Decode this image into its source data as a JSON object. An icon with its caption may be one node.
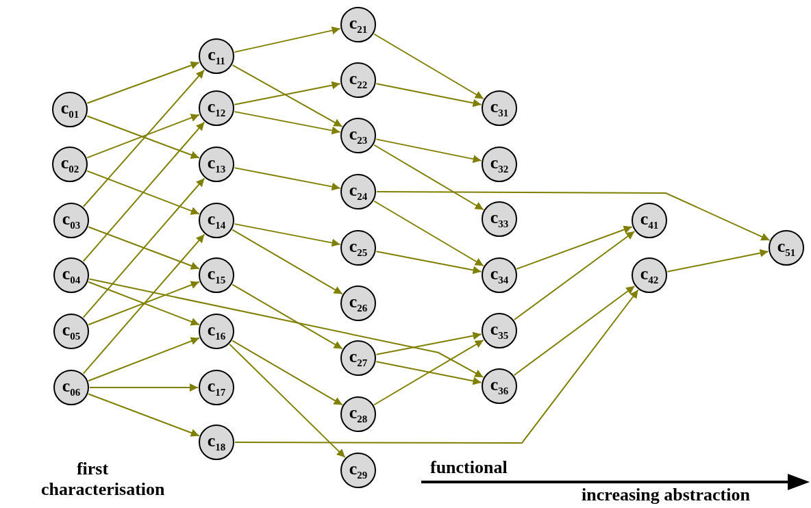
{
  "diagram": {
    "nodes": [
      {
        "text": [
          "c$_{01}$"
        ]
      },
      {
        "text": [
          "c$_{02}$"
        ]
      },
      {
        "text": [
          "c$_{03}$"
        ]
      },
      {
        "text": [
          "c$_{04}$"
        ]
      },
      {
        "text": [
          "c$_{05}$"
        ]
      },
      {
        "text": [
          "c$_{06}$"
        ]
      },
      {
        "text": [
          "c$_{11}$"
        ]
      },
      {
        "text": [
          "c$_{12}$"
        ]
      },
      {
        "text": [
          "c$_{13}$"
        ]
      },
      {
        "text": [
          "c$_{14}$"
        ]
      },
      {
        "text": [
          "c$_{15}$"
        ]
      },
      {
        "text": [
          "c$_{16}$"
        ]
      },
      {
        "text": [
          "c$_{17}$"
        ]
      },
      {
        "text": [
          "c$_{18}$"
        ]
      },
      {
        "text": [
          "c$_{21}$"
        ]
      },
      {
        "text": [
          "c$_{22}$"
        ]
      },
      {
        "text": [
          "c$_{23}$"
        ]
      },
      {
        "text": [
          "c$_{24}$"
        ]
      },
      {
        "text": [
          "c$_{25}$"
        ]
      },
      {
        "text": [
          "c$_{26}$"
        ]
      },
      {
        "text": [
          "c$_{27}$"
        ]
      },
      {
        "text": [
          "c$_{28}$"
        ]
      },
      {
        "text": [
          "c$_{29}$"
        ]
      },
      {
        "text": [
          "c$_{31}$"
        ]
      },
      {
        "text": [
          "c$_{32}$"
        ]
      },
      {
        "text": [
          "c$_{33}$"
        ]
      },
      {
        "text": [
          "c$_{34}$"
        ]
      },
      {
        "text": [
          "c$_{35}$"
        ]
      },
      {
        "text": [
          "c$_{36}$"
        ]
      },
      {
        "text": [
          "c$_{41}$"
        ]
      },
      {
        "text": [
          "c$_{42}$"
        ]
      },
      {
        "text": [
          "c$_{51}$"
        ]
      }
    ],
    "edges": [
      {
        "from": 0,
        "to": 6,
        "arrow": "to"
      },
      {
        "from": 0,
        "to": 8,
        "arrow": "to"
      },
      {
        "from": 1,
        "to": 7,
        "arrow": "to"
      },
      {
        "from": 1,
        "to": 9,
        "arrow": "to"
      },
      {
        "from": 2,
        "to": 6,
        "arrow": "to"
      },
      {
        "from": 2,
        "to": 10,
        "arrow": "to"
      },
      {
        "from": 3,
        "to": 7,
        "arrow": "to"
      },
      {
        "from": 3,
        "to": 11,
        "arrow": "to"
      },
      {
        "from": 3,
        "to": 28,
        "arrow": "to"
      },
      {
        "from": 4,
        "to": 8,
        "arrow": "to"
      },
      {
        "from": 4,
        "to": 10,
        "arrow": "to"
      },
      {
        "from": 5,
        "to": 9,
        "arrow": "to"
      },
      {
        "from": 5,
        "to": 11,
        "arrow": "to"
      },
      {
        "from": 5,
        "to": 12,
        "arrow": "to"
      },
      {
        "from": 5,
        "to": 13,
        "arrow": "to"
      },
      {
        "from": 6,
        "to": 14,
        "arrow": "to"
      },
      {
        "from": 6,
        "to": 16,
        "arrow": "to"
      },
      {
        "from": 7,
        "to": 15,
        "arrow": "to"
      },
      {
        "from": 7,
        "to": 16,
        "arrow": "to"
      },
      {
        "from": 8,
        "to": 17,
        "arrow": "to"
      },
      {
        "from": 9,
        "to": 18,
        "arrow": "to"
      },
      {
        "from": 9,
        "to": 19,
        "arrow": "to"
      },
      {
        "from": 10,
        "to": 20,
        "arrow": "to"
      },
      {
        "from": 11,
        "to": 21,
        "arrow": "to"
      },
      {
        "from": 11,
        "to": 22,
        "arrow": "to"
      },
      {
        "from": 13,
        "to": 30,
        "arrow": "to"
      },
      {
        "from": 14,
        "to": 23,
        "arrow": "to"
      },
      {
        "from": 15,
        "to": 23,
        "arrow": "to"
      },
      {
        "from": 16,
        "to": 24,
        "arrow": "to"
      },
      {
        "from": 16,
        "to": 25,
        "arrow": "to"
      },
      {
        "from": 17,
        "to": 31,
        "arrow": "to"
      },
      {
        "from": 17,
        "to": 26,
        "arrow": "to"
      },
      {
        "from": 18,
        "to": 26,
        "arrow": "to"
      },
      {
        "from": 20,
        "to": 27,
        "arrow": "to"
      },
      {
        "from": 20,
        "to": 28,
        "arrow": "to"
      },
      {
        "from": 21,
        "to": 27,
        "arrow": "to"
      },
      {
        "from": 26,
        "to": 29,
        "arrow": "to"
      },
      {
        "from": 27,
        "to": 29,
        "arrow": "to"
      },
      {
        "from": 28,
        "to": 30,
        "arrow": "to"
      },
      {
        "from": 30,
        "to": 31,
        "arrow": "to"
      }
    ],
    "labels": [
      "first characterisation",
      "functional",
      "increasing abstraction"
    ]
  }
}
